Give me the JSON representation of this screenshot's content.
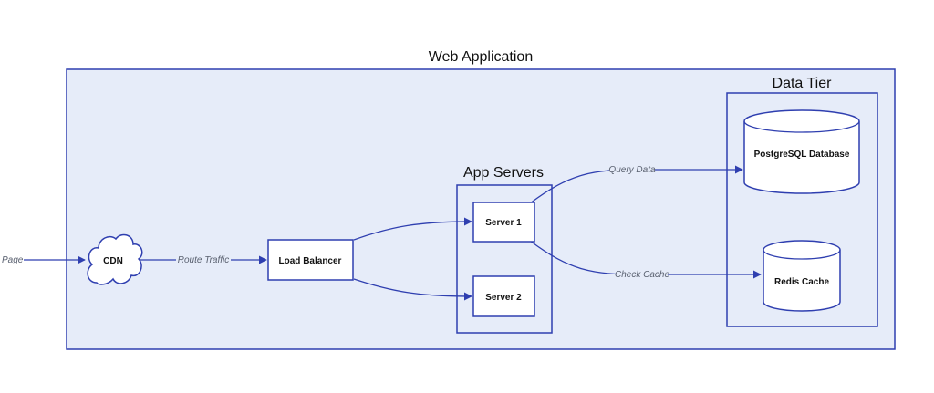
{
  "diagram": {
    "groups": {
      "web_app": "Web Application",
      "app_servers": "App Servers",
      "data_tier": "Data Tier"
    },
    "nodes": {
      "cdn": "CDN",
      "load_balancer": "Load Balancer",
      "server1": "Server 1",
      "server2": "Server 2",
      "postgres": "PostgreSQL Database",
      "redis": "Redis Cache"
    },
    "edges": {
      "page": "Page",
      "route_traffic": "Route Traffic",
      "query_data": "Query Data",
      "check_cache": "Check Cache"
    }
  },
  "colors": {
    "stroke": "#2f3fb0",
    "group_fill": "#e6ecf9",
    "node_fill": "#ffffff"
  }
}
